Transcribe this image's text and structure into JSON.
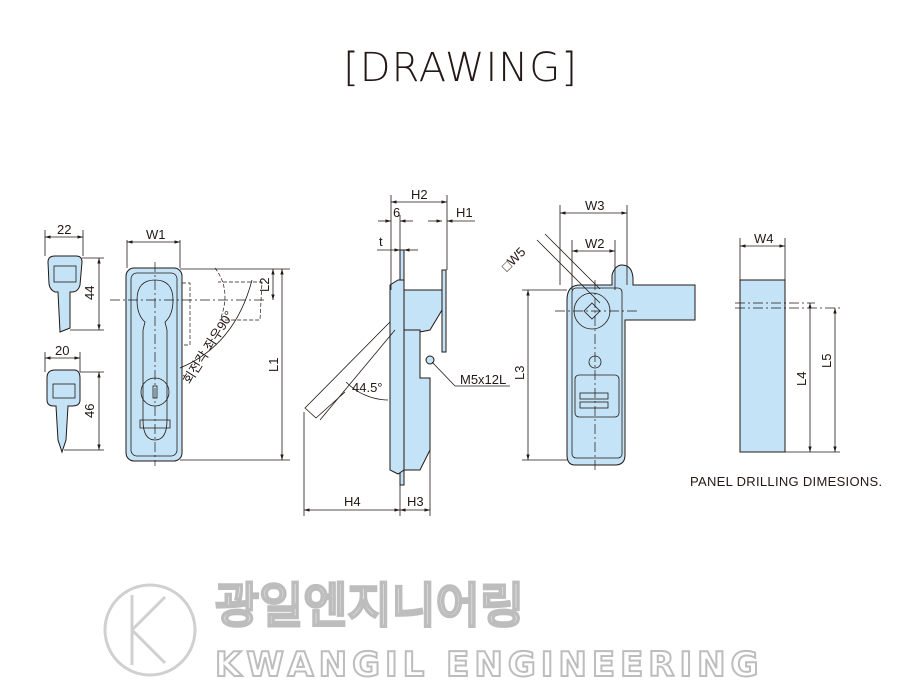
{
  "title": "[DRAWING]",
  "watermark": {
    "korean": "광일엔지니어링",
    "english": "KWANGIL ENGINEERING"
  },
  "key_views": {
    "key1_width": "22",
    "key1_height": "44",
    "key2_width": "20",
    "key2_height": "46"
  },
  "front_view": {
    "width": "W1",
    "length": "L1",
    "offset": "L2",
    "rotation_note": "회전각 좌우90°"
  },
  "side_view": {
    "h1": "H1",
    "h2": "H2",
    "h3": "H3",
    "h4": "H4",
    "six": "6",
    "thickness": "t",
    "angle": "44.5°",
    "screw": "M5x12L"
  },
  "back_view": {
    "w2": "W2",
    "w3": "W3",
    "w5": "□W5",
    "l3": "L3"
  },
  "panel_drilling": {
    "w4": "W4",
    "l4": "L4",
    "l5": "L5",
    "caption": "PANEL DRILLING DIMESIONS."
  }
}
